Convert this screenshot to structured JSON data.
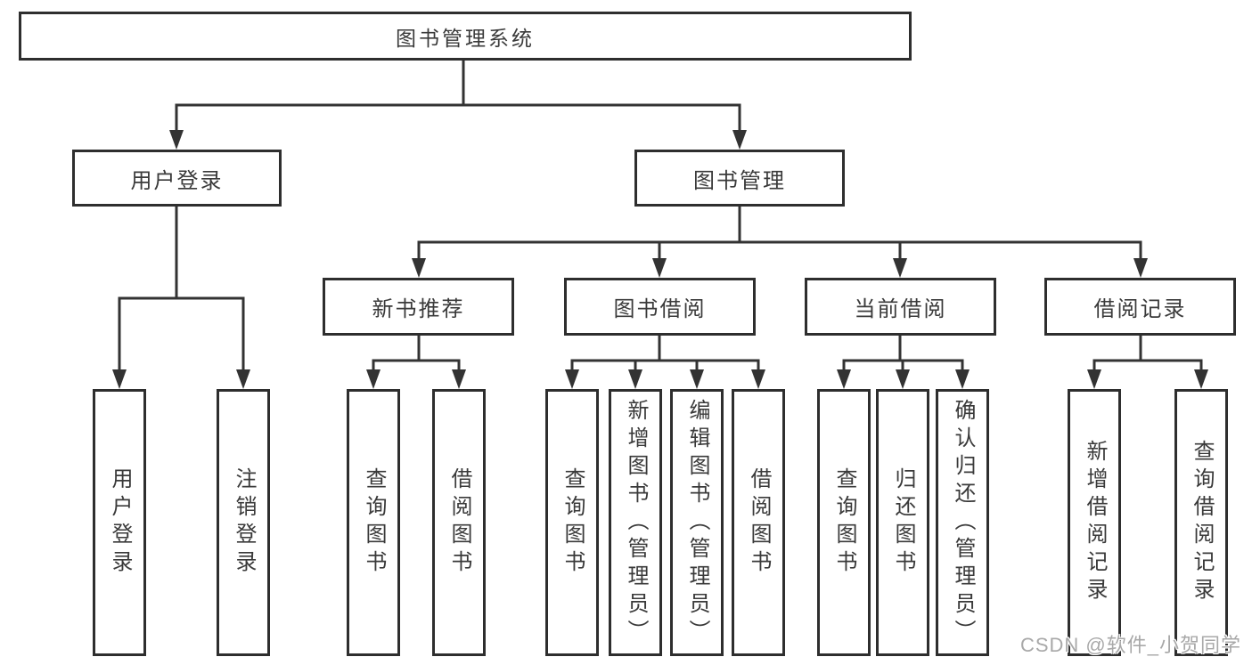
{
  "diagram": {
    "root_label": "图书管理系统",
    "branches": [
      {
        "label": "用户登录",
        "children": [
          {
            "label": "用户登录"
          },
          {
            "label": "注销登录"
          }
        ]
      },
      {
        "label": "图书管理",
        "children": [
          {
            "label": "新书推荐",
            "children": [
              {
                "label": "查询图书"
              },
              {
                "label": "借阅图书"
              }
            ]
          },
          {
            "label": "图书借阅",
            "children": [
              {
                "label": "查询图书"
              },
              {
                "label": "新增图书（管理员）"
              },
              {
                "label": "编辑图书（管理员）"
              },
              {
                "label": "借阅图书"
              }
            ]
          },
          {
            "label": "当前借阅",
            "children": [
              {
                "label": "查询图书"
              },
              {
                "label": "归还图书"
              },
              {
                "label": "确认归还（管理员）"
              }
            ]
          },
          {
            "label": "借阅记录",
            "children": [
              {
                "label": "新增借阅记录"
              },
              {
                "label": "查询借阅记录"
              }
            ]
          }
        ]
      }
    ]
  },
  "watermark": {
    "text": "CSDN @软件_小贺同学"
  },
  "colors": {
    "line": "#333333",
    "box_border": "#2e2e2e",
    "text": "#3a3a3a",
    "watermark": "#a8a8a8",
    "background": "#ffffff"
  }
}
